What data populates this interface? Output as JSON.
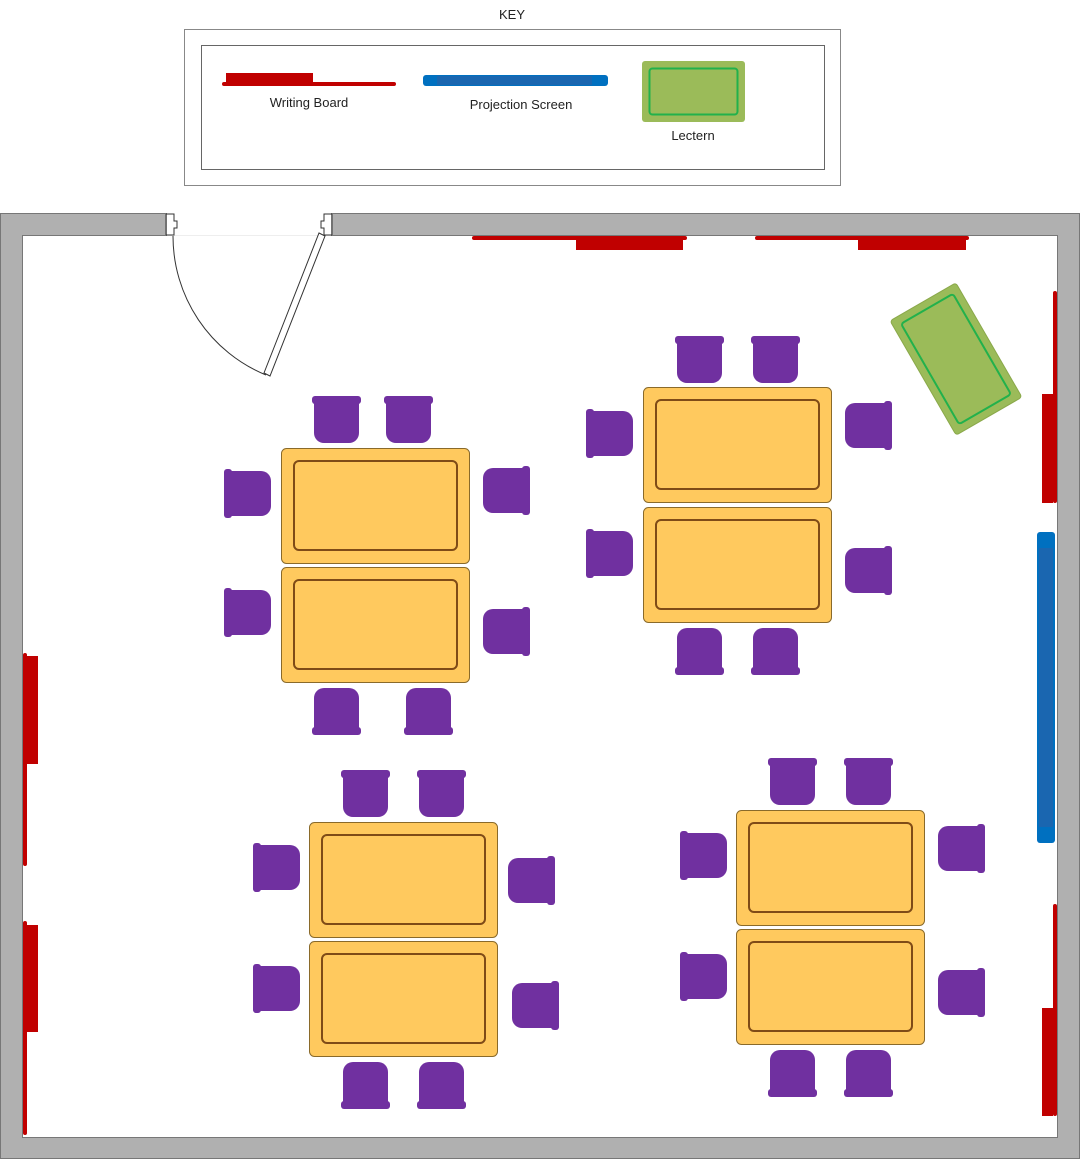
{
  "key": {
    "title": "KEY",
    "items": [
      {
        "label": "Writing Board",
        "icon": "writing-board-icon",
        "color": "#C00000"
      },
      {
        "label": "Projection Screen",
        "icon": "projection-screen-icon",
        "color": "#0070C0"
      },
      {
        "label": "Lectern",
        "icon": "lectern-icon",
        "color": "#9BBB59"
      }
    ]
  },
  "colors": {
    "wall": "#B0B0B0",
    "table": "#FFC95E",
    "table_inner_border": "#7F4B17",
    "chair": "#7030A0",
    "writing_board": "#C00000",
    "projection_screen": "#0070C0",
    "lectern": "#9BBB59",
    "lectern_inner": "#22B14C"
  },
  "room": {
    "table_groups": 4,
    "tables_per_group": 2,
    "chairs_per_group": 8
  }
}
